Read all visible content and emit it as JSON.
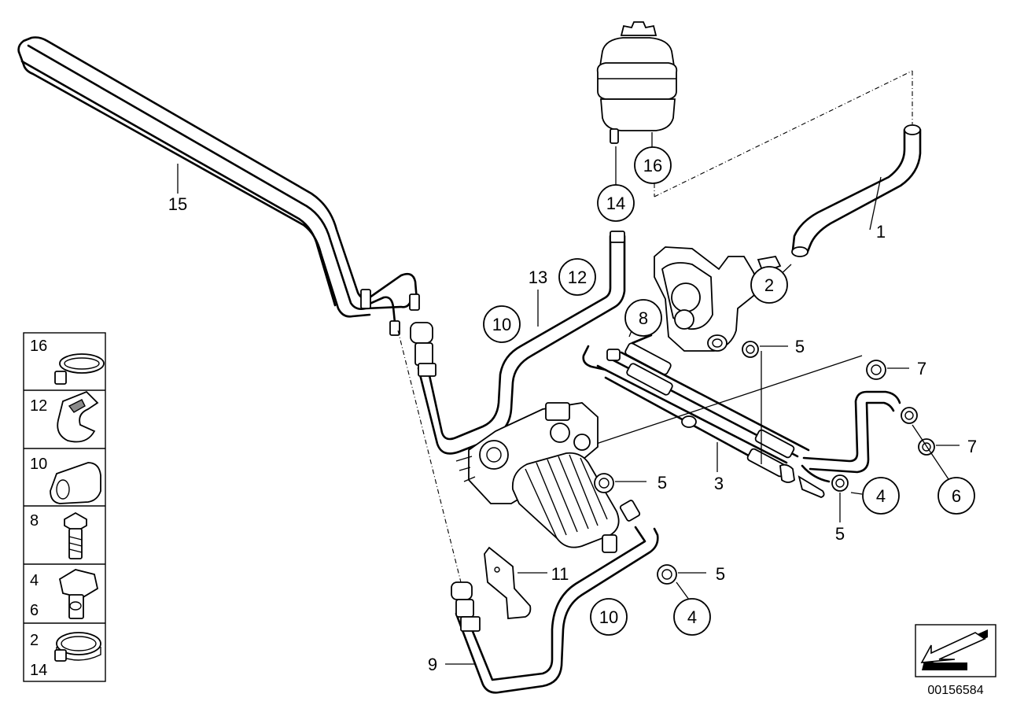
{
  "diagram": {
    "callouts": {
      "c1": "1",
      "c2": "2",
      "c3": "3",
      "c4a": "4",
      "c4b": "4",
      "c5a": "5",
      "c5b": "5",
      "c5c": "5",
      "c5d": "5",
      "c6": "6",
      "c7a": "7",
      "c7b": "7",
      "c8": "8",
      "c9": "9",
      "c10a": "10",
      "c10b": "10",
      "c11": "11",
      "c12": "12",
      "c13": "13",
      "c14": "14",
      "c15": "15",
      "c16": "16"
    },
    "legend": [
      {
        "labels": [
          "16"
        ],
        "icon": "hose-clamp-icon"
      },
      {
        "labels": [
          "12"
        ],
        "icon": "holder-clip-icon"
      },
      {
        "labels": [
          "10"
        ],
        "icon": "grommet-icon"
      },
      {
        "labels": [
          "8"
        ],
        "icon": "bolt-icon"
      },
      {
        "labels": [
          "4",
          "6"
        ],
        "icon": "banjo-bolt-icon"
      },
      {
        "labels": [
          "2",
          "14"
        ],
        "icon": "hose-clamp-icon"
      }
    ],
    "catalog_number": "00156584"
  }
}
